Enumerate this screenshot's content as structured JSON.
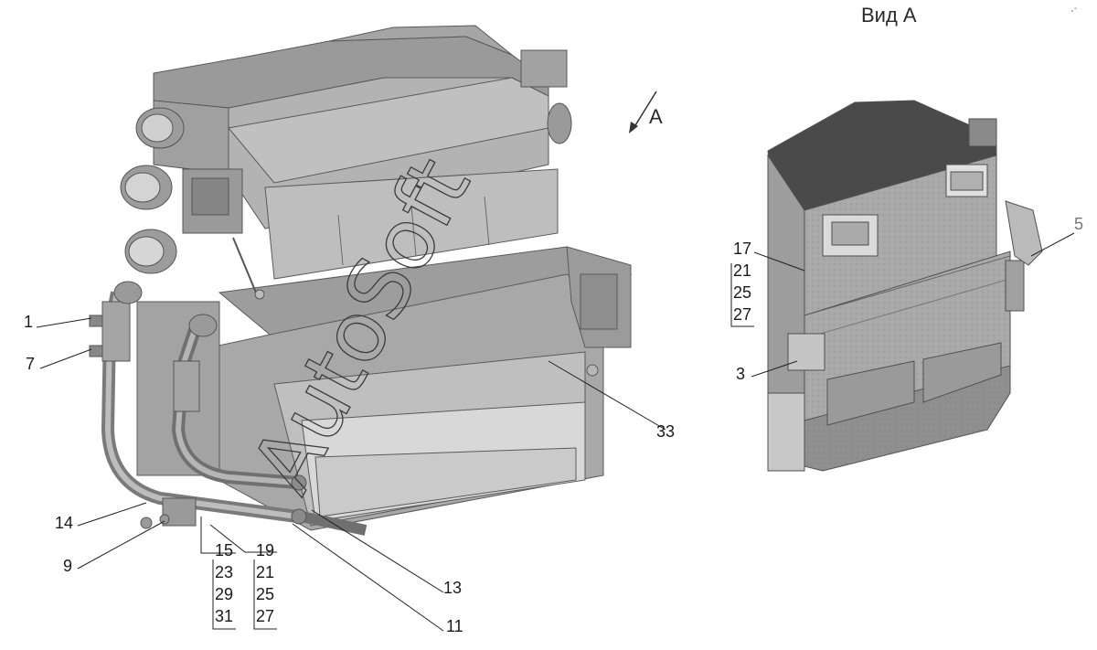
{
  "view_title": "Вид А",
  "view_arrow_letter": "A",
  "watermark": "AutoSoft",
  "callouts": {
    "c1": "1",
    "c7": "7",
    "c14": "14",
    "c9": "9",
    "c13": "13",
    "c11": "11",
    "c33": "33",
    "c3": "3",
    "c5": "5",
    "left_stack_a": [
      "15",
      "23",
      "29",
      "31"
    ],
    "left_stack_b": [
      "19",
      "21",
      "25",
      "27"
    ],
    "right_stack": [
      "17",
      "21",
      "25",
      "27"
    ]
  }
}
